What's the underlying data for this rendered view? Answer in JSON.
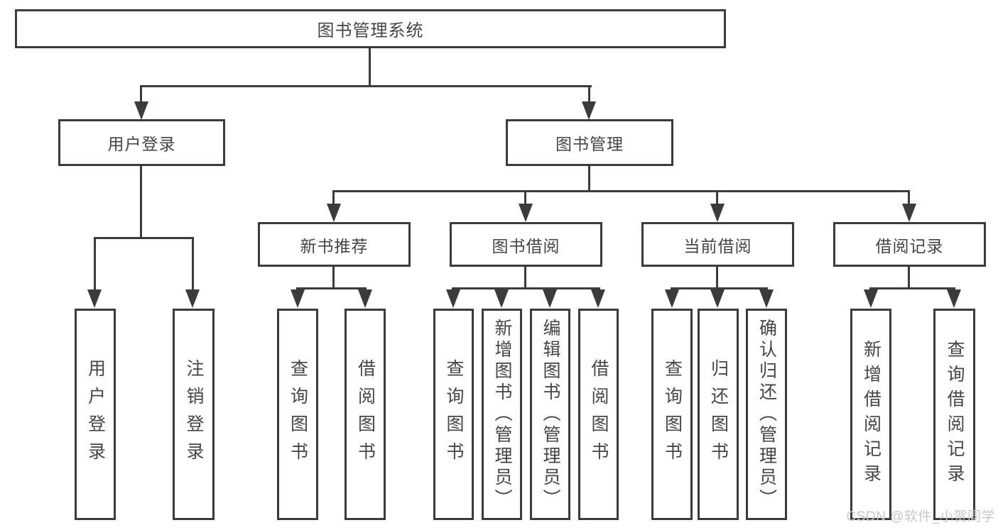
{
  "colors": {
    "line": "#3b3b3b",
    "text": "#454545",
    "wm": "#c8c8c8",
    "bg": "#ffffff",
    "box_bg": "#ffffff"
  },
  "diagram": {
    "root": {
      "label": "图书管理系统"
    },
    "modules": [
      {
        "label": "用户登录",
        "children": [
          {
            "label": "用户登录"
          },
          {
            "label": "注销登录"
          }
        ]
      },
      {
        "label": "图书管理",
        "children": [
          {
            "label": "新书推荐",
            "children": [
              {
                "label": "查询图书"
              },
              {
                "label": "借阅图书"
              }
            ]
          },
          {
            "label": "图书借阅",
            "children": [
              {
                "label": "查询图书"
              },
              {
                "label": "新增图书（管理员）"
              },
              {
                "label": "编辑图书（管理员）"
              },
              {
                "label": "借阅图书"
              }
            ]
          },
          {
            "label": "当前借阅",
            "children": [
              {
                "label": "查询图书"
              },
              {
                "label": "归还图书"
              },
              {
                "label": "确认归还（管理员）"
              }
            ]
          },
          {
            "label": "借阅记录",
            "children": [
              {
                "label": "新增借阅记录"
              },
              {
                "label": "查询借阅记录"
              }
            ]
          }
        ]
      }
    ]
  },
  "watermark": {
    "text": "CSDN @软件_小贺同学"
  }
}
